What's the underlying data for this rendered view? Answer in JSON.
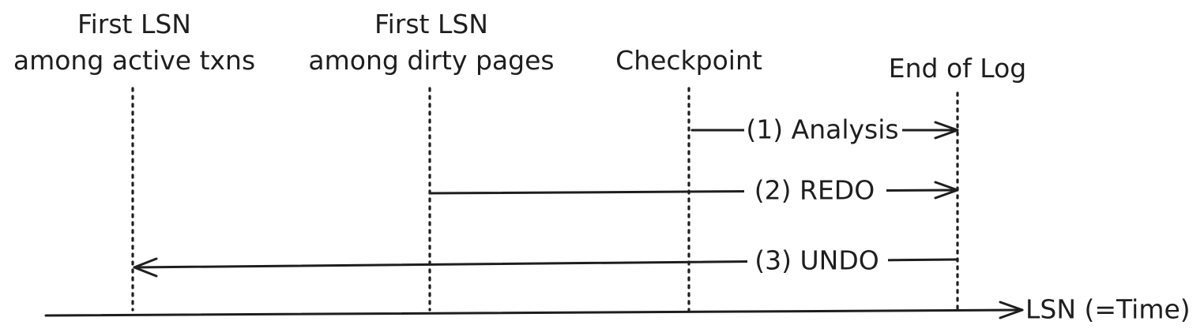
{
  "markers": [
    {
      "id": "first-lsn-active-txns",
      "line1": "First LSN",
      "line2": "among active txns"
    },
    {
      "id": "first-lsn-dirty-pages",
      "line1": "First LSN",
      "line2": "among dirty pages"
    },
    {
      "id": "checkpoint",
      "line1": "",
      "line2": "Checkpoint"
    },
    {
      "id": "end-of-log",
      "line1": "",
      "line2": "End of Log"
    }
  ],
  "phases": [
    {
      "id": "analysis",
      "label": "(1) Analysis",
      "from": "checkpoint",
      "to": "end-of-log"
    },
    {
      "id": "redo",
      "label": "(2) REDO",
      "from": "first-lsn-dirty-pages",
      "to": "end-of-log"
    },
    {
      "id": "undo",
      "label": "(3) UNDO",
      "from": "end-of-log",
      "to": "first-lsn-active-txns"
    }
  ],
  "axis": {
    "label": "LSN (=Time)"
  }
}
